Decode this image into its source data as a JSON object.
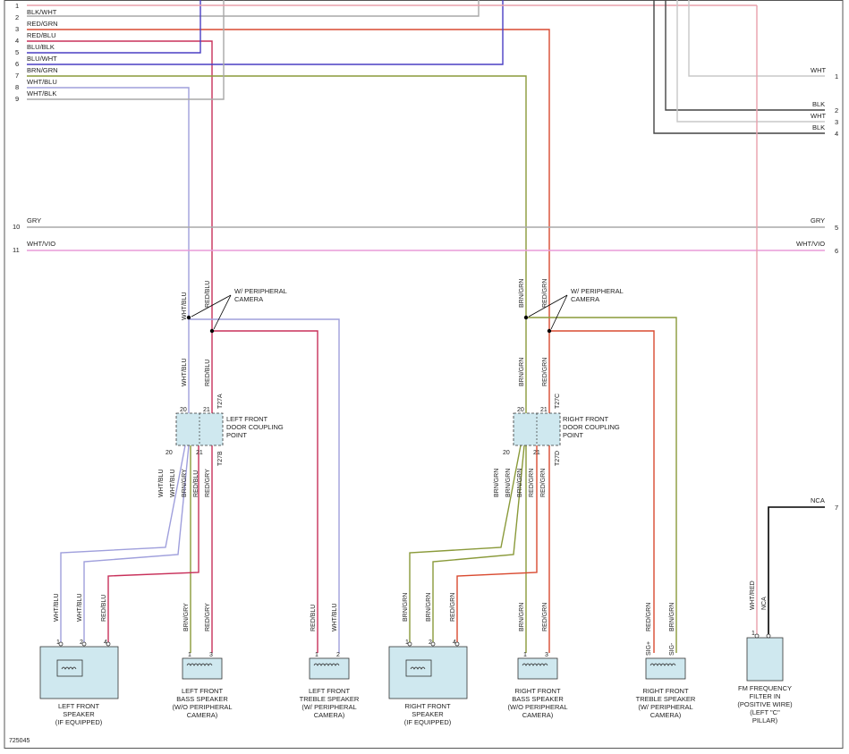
{
  "figure_id": "725045",
  "colors": {
    "gray": "#a8a8a8",
    "red": "#d94a30",
    "blue": "#4a3fc4",
    "purple": "#8a2aa8",
    "lightblue": "#9f9fdc",
    "olive": "#8a9a3a",
    "pink": "#e89cd8",
    "lightpink": "#e8a0ac",
    "crimson": "#c8305a",
    "dark": "#444444",
    "black": "#000000",
    "lightgray": "#c8c8c8"
  },
  "left_wires": [
    {
      "num": "1",
      "label": ""
    },
    {
      "num": "2",
      "label": "BLK/WHT"
    },
    {
      "num": "3",
      "label": "RED/GRN"
    },
    {
      "num": "4",
      "label": "RED/BLU"
    },
    {
      "num": "5",
      "label": "BLU/BLK"
    },
    {
      "num": "6",
      "label": "BLU/WHT"
    },
    {
      "num": "7",
      "label": "BRN/GRN"
    },
    {
      "num": "8",
      "label": "WHT/BLU"
    },
    {
      "num": "9",
      "label": "WHT/BLK"
    },
    {
      "num": "10",
      "label": "GRY"
    },
    {
      "num": "11",
      "label": "WHT/VIO"
    }
  ],
  "right_wires": [
    {
      "num": "1",
      "label": "WHT"
    },
    {
      "num": "2",
      "label": "BLK"
    },
    {
      "num": "3",
      "label": "WHT"
    },
    {
      "num": "4",
      "label": "BLK"
    },
    {
      "num": "5",
      "label": "GRY"
    },
    {
      "num": "6",
      "label": "WHT/VIO"
    },
    {
      "num": "7",
      "label": "NCA"
    }
  ],
  "left_door": {
    "peripheral_note": [
      "W/ PERIPHERAL",
      "CAMERA"
    ],
    "upper_wire_labels": [
      "WHT/BLU",
      "RED/BLU"
    ],
    "mid_wire_labels": [
      "WHT/BLU",
      "RED/BLU"
    ],
    "upper_connector": "T27A",
    "lower_connector": "T27B",
    "coupling_label": [
      "LEFT FRONT",
      "DOOR COUPLING",
      "POINT"
    ],
    "upper_pins": [
      "20",
      "21"
    ],
    "lower_pins": [
      "20",
      "21"
    ],
    "lower_wire_labels": [
      "WHT/BLU",
      "WHT/BLU",
      "BRN/GRY",
      "RED/BLU",
      "RED/GRY"
    ]
  },
  "right_door": {
    "peripheral_note": [
      "W/ PERIPHERAL",
      "CAMERA"
    ],
    "upper_wire_labels": [
      "BRN/GRN",
      "RED/GRN"
    ],
    "mid_wire_labels": [
      "BRN/GRN",
      "RED/GRN"
    ],
    "upper_connector": "T27C",
    "lower_connector": "T27D",
    "coupling_label": [
      "RIGHT FRONT",
      "DOOR COUPLING",
      "POINT"
    ],
    "upper_pins": [
      "20",
      "21"
    ],
    "lower_pins": [
      "20",
      "21"
    ],
    "lower_wire_labels": [
      "BRN/GRN",
      "BRN/GRN",
      "BRN/GRN",
      "RED/GRN",
      "RED/GRN"
    ]
  },
  "components": [
    {
      "id": "lf-speaker",
      "title": [
        "LEFT FRONT",
        "SPEAKER",
        "(IF EQUIPPED)"
      ],
      "pins": [
        "1",
        "2",
        "4"
      ],
      "wires": [
        "WHT/BLU",
        "WHT/BLU",
        "RED/BLU"
      ]
    },
    {
      "id": "lf-bass",
      "title": [
        "LEFT FRONT",
        "BASS SPEAKER",
        "(W/O PERIPHERAL",
        "CAMERA)"
      ],
      "pins": [
        "1",
        "3"
      ],
      "wires": [
        "BRN/GRY",
        "RED/GRY"
      ]
    },
    {
      "id": "lf-treble",
      "title": [
        "LEFT FRONT",
        "TREBLE SPEAKER",
        "(W/ PERIPHERAL",
        "CAMERA)"
      ],
      "pins": [
        "1",
        "2"
      ],
      "wires": [
        "RED/BLU",
        "WHT/BLU"
      ]
    },
    {
      "id": "rf-speaker",
      "title": [
        "RIGHT FRONT",
        "SPEAKER",
        "(IF EQUIPPED)"
      ],
      "pins": [
        "1",
        "2",
        "4"
      ],
      "wires": [
        "BRN/GRN",
        "BRN/GRN",
        "RED/GRN"
      ]
    },
    {
      "id": "rf-bass",
      "title": [
        "RIGHT FRONT",
        "BASS SPEAKER",
        "(W/O PERIPHERAL",
        "CAMERA)"
      ],
      "pins": [
        "1",
        "3"
      ],
      "wires": [
        "BRN/GRN",
        "RED/GRN"
      ]
    },
    {
      "id": "rf-treble",
      "title": [
        "RIGHT FRONT",
        "TREBLE SPEAKER",
        "(W/ PERIPHERAL",
        "CAMERA)"
      ],
      "pins": [
        "SIG+",
        "SIG-"
      ],
      "wires": [
        "RED/GRN",
        "BRN/GRN"
      ]
    },
    {
      "id": "fm-filter",
      "title": [
        "FM FREQUENCY",
        "FILTER IN",
        "(POSITIVE WIRE)",
        "(LEFT \"C\"",
        "PILLAR)"
      ],
      "pins": [
        "1"
      ],
      "wires": [
        "WHT/RED",
        "NCA"
      ]
    }
  ]
}
